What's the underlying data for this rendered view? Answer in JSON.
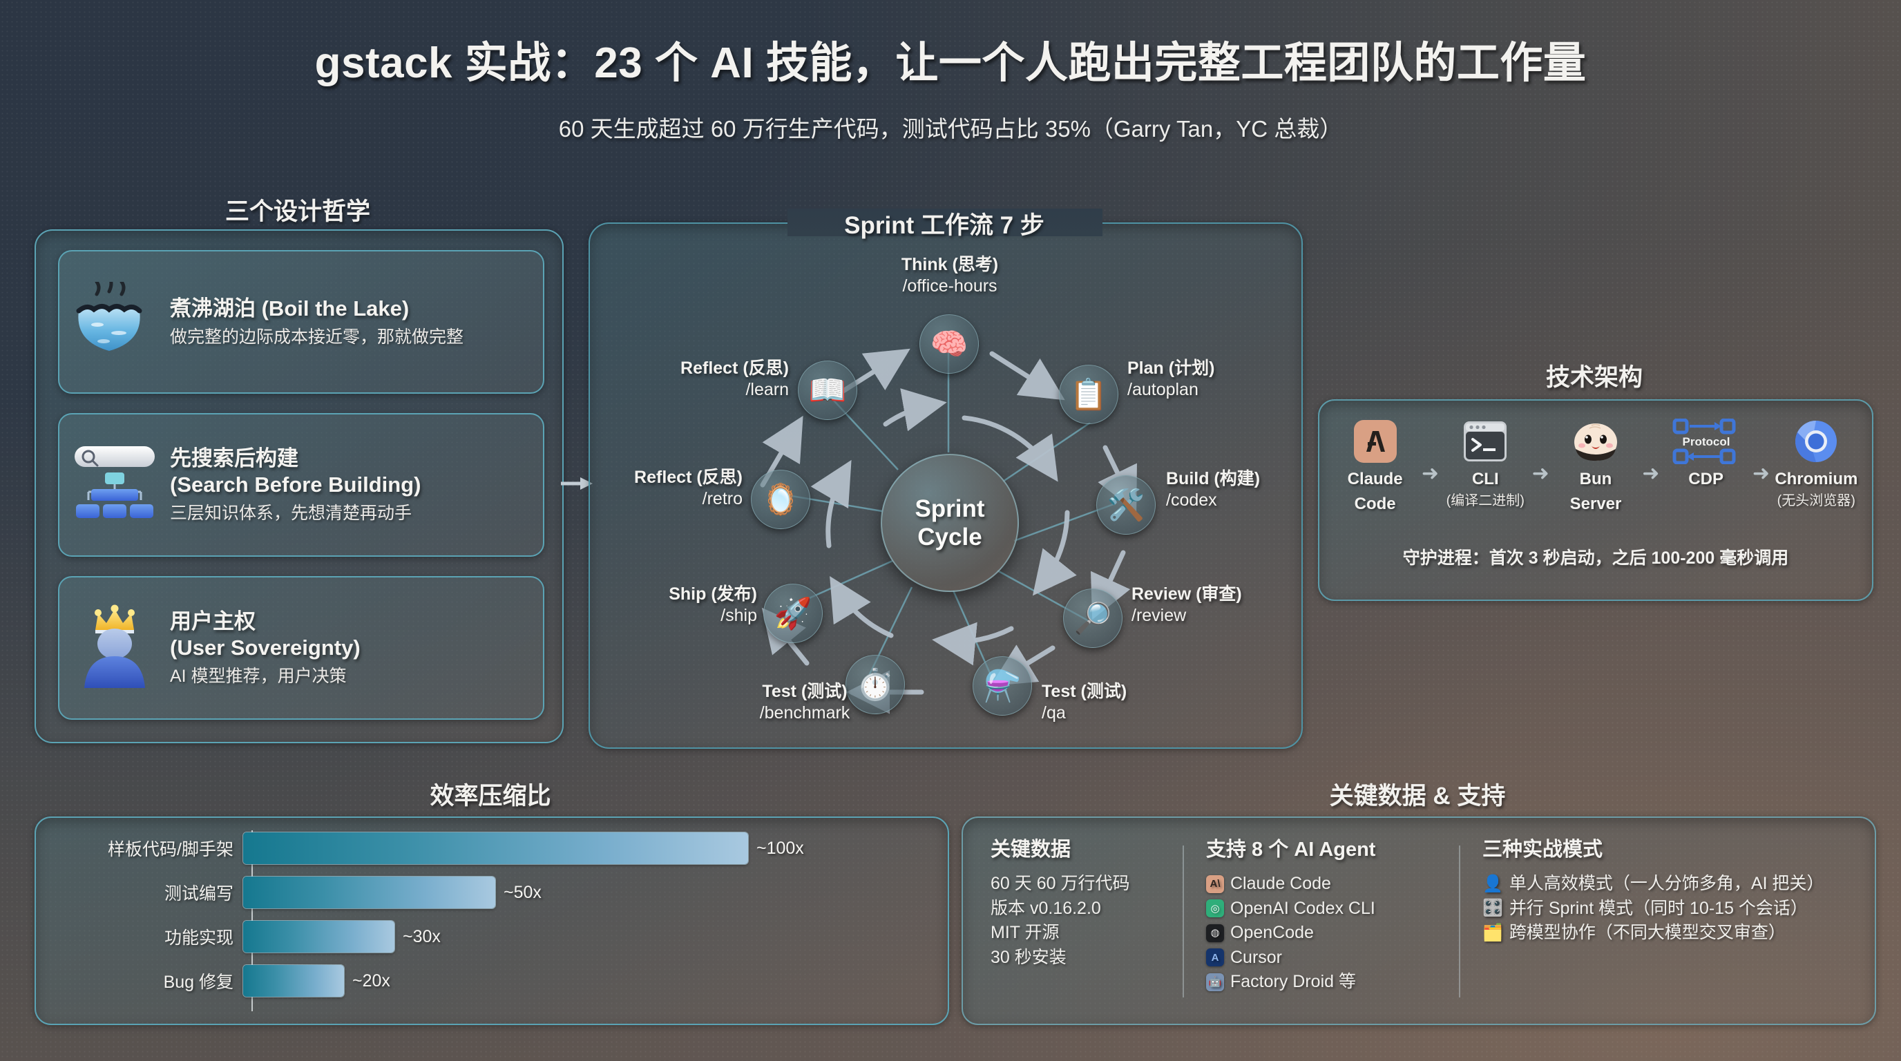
{
  "header": {
    "title": "gstack 实战：23 个 AI 技能，让一个人跑出完整工程团队的工作量",
    "subtitle": "60 天生成超过 60 万行生产代码，测试代码占比 35%（Garry Tan，YC 总裁）"
  },
  "philosophy": {
    "section_title": "三个设计哲学",
    "cards": [
      {
        "icon": "boiling-lake-icon",
        "heading": "煮沸湖泊 (Boil the Lake)",
        "sub": "做完整的边际成本接近零，那就做完整"
      },
      {
        "icon": "search-hierarchy-icon",
        "heading_line1": "先搜索后构建",
        "heading_line2": "(Search Before Building)",
        "sub": "三层知识体系，先想清楚再动手"
      },
      {
        "icon": "crowned-user-icon",
        "heading_line1": "用户主权",
        "heading_line2": "(User Sovereignty)",
        "sub": "AI 模型推荐，用户决策"
      }
    ]
  },
  "sprint": {
    "section_title": "Sprint 工作流 7 步",
    "hub_line1": "Sprint",
    "hub_line2": "Cycle",
    "nodes": [
      {
        "id": "think",
        "icon": "brain-icon",
        "label": "Think (思考)",
        "cmd": "/office-hours"
      },
      {
        "id": "plan",
        "icon": "clipboard-gear-icon",
        "label": "Plan (计划)",
        "cmd": "/autoplan"
      },
      {
        "id": "build",
        "icon": "hammer-wrench-icon",
        "label": "Build (构建)",
        "cmd": "/codex"
      },
      {
        "id": "review",
        "icon": "magnifier-code-icon",
        "label": "Review (审查)",
        "cmd": "/review"
      },
      {
        "id": "qa",
        "icon": "flask-bug-icon",
        "label": "Test (测试)",
        "cmd": "/qa"
      },
      {
        "id": "benchmark",
        "icon": "stopwatch-icon",
        "label": "Test (测试)",
        "cmd": "/benchmark"
      },
      {
        "id": "ship",
        "icon": "rocket-icon",
        "label": "Ship (发布)",
        "cmd": "/ship"
      },
      {
        "id": "retro",
        "icon": "mirror-icon",
        "label": "Reflect (反思)",
        "cmd": "/retro"
      },
      {
        "id": "learn",
        "icon": "open-book-icon",
        "label": "Reflect (反思)",
        "cmd": "/learn"
      }
    ]
  },
  "tech": {
    "section_title": "技术架构",
    "items": [
      {
        "icon": "anthropic-logo-icon",
        "line1": "Claude",
        "line2": "Code"
      },
      {
        "icon": "terminal-icon",
        "line1": "CLI",
        "line2": "(编译二进制)"
      },
      {
        "icon": "bun-logo-icon",
        "line1": "Bun",
        "line2": "Server"
      },
      {
        "icon": "cdp-protocol-icon",
        "line1": "CDP",
        "line2": ""
      },
      {
        "icon": "chromium-logo-icon",
        "line1": "Chromium",
        "line2": "(无头浏览器)"
      }
    ],
    "protocol_label": "Protocol",
    "note": "守护进程：首次 3 秒启动，之后 100-200 毫秒调用"
  },
  "chart_section_title": "效率压缩比",
  "chart_data": {
    "type": "bar",
    "orientation": "horizontal",
    "title": "效率压缩比",
    "xlabel": "",
    "ylabel": "",
    "categories": [
      "样板代码/脚手架",
      "测试编写",
      "功能实现",
      "Bug 修复"
    ],
    "values": [
      100,
      50,
      30,
      20
    ],
    "value_labels": [
      "~100x",
      "~50x",
      "~30x",
      "~20x"
    ],
    "xlim": [
      0,
      118
    ],
    "grid": false,
    "legend": "none",
    "bar_gradient": [
      "#15788f",
      "#a9c9e0"
    ]
  },
  "keydata": {
    "section_title": "关键数据 & 支持",
    "col1": {
      "heading": "关键数据",
      "items": [
        "60 天 60 万行代码",
        "版本 v0.16.2.0",
        "MIT 开源",
        "30 秒安装"
      ]
    },
    "col2": {
      "heading": "支持 8 个 AI Agent",
      "items": [
        {
          "icon": "anthropic-logo-icon",
          "badge": "A\\",
          "badge_bg": "#d9a084",
          "badge_fg": "#2c2420",
          "label": "Claude Code"
        },
        {
          "icon": "openai-logo-icon",
          "badge": "◎",
          "badge_bg": "#2fae7a",
          "badge_fg": "#ffffff",
          "label": "OpenAI Codex CLI"
        },
        {
          "icon": "opencode-logo-icon",
          "badge": "◍",
          "badge_bg": "#1d1f22",
          "badge_fg": "#e8e8e8",
          "label": "OpenCode"
        },
        {
          "icon": "cursor-logo-icon",
          "badge": "A",
          "badge_bg": "#15346b",
          "badge_fg": "#8fb6ee",
          "label": "Cursor"
        },
        {
          "icon": "factory-droid-icon",
          "badge": "🤖",
          "badge_bg": "#7b93b3",
          "badge_fg": "#ffffff",
          "label": "Factory Droid 等"
        }
      ]
    },
    "col3": {
      "heading": "三种实战模式",
      "items": [
        {
          "icon": "single-user-icon",
          "label": "单人高效模式（一人分饰多角，AI 把关）"
        },
        {
          "icon": "parallel-bars-icon",
          "label": "并行 Sprint 模式（同时 10-15 个会话）"
        },
        {
          "icon": "cross-model-icon",
          "label": "跨模型协作（不同大模型交叉审查）"
        }
      ]
    }
  },
  "colors": {
    "bg_dark": "#2a3440",
    "bg_warm": "#6a605a",
    "panel_border_teal": "#5ba3b4",
    "panel_border_warm": "#9a8f86",
    "text_primary": "#f3f2ef",
    "bar_start": "#15788f",
    "bar_end": "#a9c9e0"
  }
}
